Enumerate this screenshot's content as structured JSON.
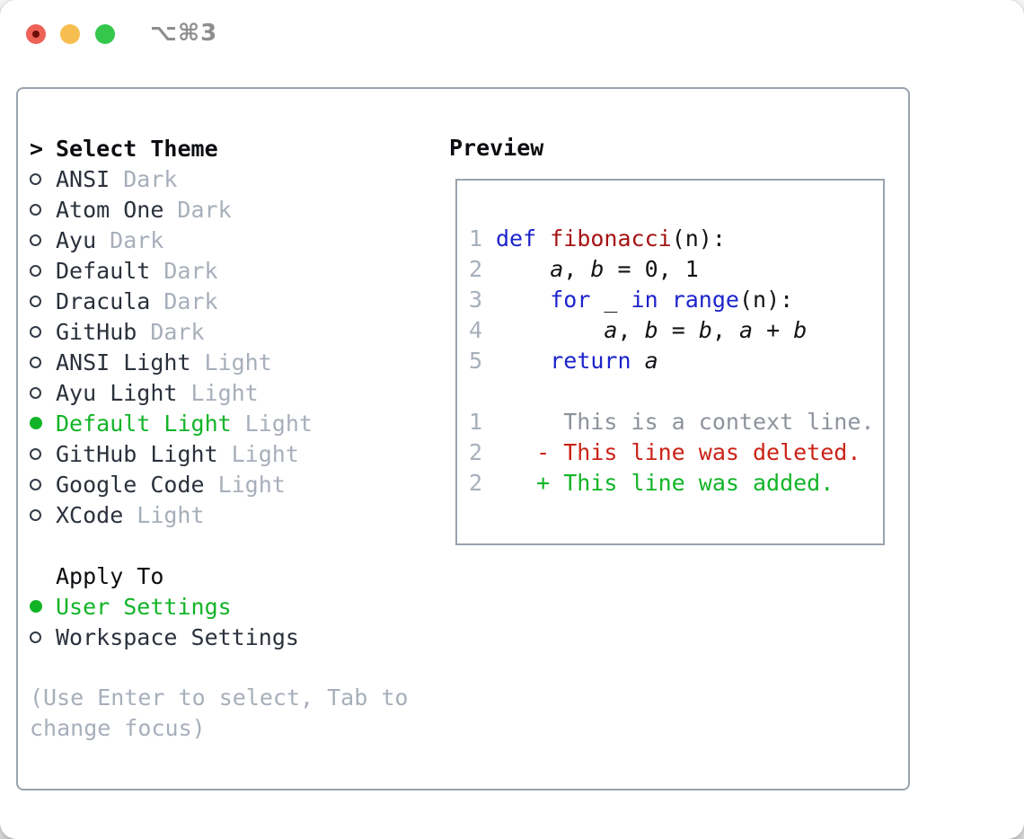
{
  "window": {
    "title": "⌥⌘3",
    "traffic_lights": [
      "close",
      "minimize",
      "zoom"
    ]
  },
  "colors": {
    "border": "#9aa3ae",
    "text": "#2b313c",
    "muted_gray": "#a7afbb",
    "selection_green": "#12b427",
    "keyword_blue": "#1d24cc",
    "function_red": "#a61313",
    "deleted_red": "#ca2317",
    "added_green": "#12b427",
    "context_gray": "#8d939c",
    "traffic_red": "#ee6157",
    "traffic_yellow": "#f6be50",
    "traffic_green": "#34c74c"
  },
  "theme_panel": {
    "prompt": ">",
    "heading": "Select Theme",
    "items": [
      {
        "name": "ANSI",
        "variant": "Dark",
        "selected": false
      },
      {
        "name": "Atom One",
        "variant": "Dark",
        "selected": false
      },
      {
        "name": "Ayu",
        "variant": "Dark",
        "selected": false
      },
      {
        "name": "Default",
        "variant": "Dark",
        "selected": false
      },
      {
        "name": "Dracula",
        "variant": "Dark",
        "selected": false
      },
      {
        "name": "GitHub",
        "variant": "Dark",
        "selected": false
      },
      {
        "name": "ANSI Light",
        "variant": "Light",
        "selected": false
      },
      {
        "name": "Ayu Light",
        "variant": "Light",
        "selected": false
      },
      {
        "name": "Default Light",
        "variant": "Light",
        "selected": true
      },
      {
        "name": "GitHub Light",
        "variant": "Light",
        "selected": false
      },
      {
        "name": "Google Code",
        "variant": "Light",
        "selected": false
      },
      {
        "name": "XCode",
        "variant": "Light",
        "selected": false
      }
    ],
    "apply_to": {
      "heading": "Apply To",
      "options": [
        {
          "label": "User Settings",
          "selected": true
        },
        {
          "label": "Workspace Settings",
          "selected": false
        }
      ]
    },
    "help_text": "(Use Enter to select, Tab to change focus)"
  },
  "preview": {
    "heading": "Preview",
    "lines": [
      {
        "num": "1",
        "tokens": [
          {
            "t": "def",
            "c": "kw"
          },
          {
            "t": " ",
            "c": "p"
          },
          {
            "t": "fibonacci",
            "c": "fn"
          },
          {
            "t": "(n):",
            "c": "p"
          }
        ]
      },
      {
        "num": "2",
        "tokens": [
          {
            "t": "    ",
            "c": "p"
          },
          {
            "t": "a",
            "c": "v"
          },
          {
            "t": ", ",
            "c": "p"
          },
          {
            "t": "b",
            "c": "v"
          },
          {
            "t": " = 0, 1",
            "c": "p"
          }
        ]
      },
      {
        "num": "3",
        "tokens": [
          {
            "t": "    ",
            "c": "p"
          },
          {
            "t": "for",
            "c": "kw"
          },
          {
            "t": " _ ",
            "c": "p"
          },
          {
            "t": "in",
            "c": "kw"
          },
          {
            "t": " ",
            "c": "p"
          },
          {
            "t": "range",
            "c": "kw"
          },
          {
            "t": "(n):",
            "c": "p"
          }
        ]
      },
      {
        "num": "4",
        "tokens": [
          {
            "t": "        ",
            "c": "p"
          },
          {
            "t": "a",
            "c": "v"
          },
          {
            "t": ", ",
            "c": "p"
          },
          {
            "t": "b",
            "c": "v"
          },
          {
            "t": " = ",
            "c": "p"
          },
          {
            "t": "b",
            "c": "v"
          },
          {
            "t": ", ",
            "c": "p"
          },
          {
            "t": "a",
            "c": "v"
          },
          {
            "t": " + ",
            "c": "p"
          },
          {
            "t": "b",
            "c": "v"
          }
        ]
      },
      {
        "num": "5",
        "tokens": [
          {
            "t": "    ",
            "c": "p"
          },
          {
            "t": "return",
            "c": "kw"
          },
          {
            "t": " ",
            "c": "p"
          },
          {
            "t": "a",
            "c": "v"
          }
        ]
      },
      {
        "num": "",
        "tokens": []
      },
      {
        "num": "1",
        "tokens": [
          {
            "t": "     This is a context line.",
            "c": "ctx"
          }
        ]
      },
      {
        "num": "2",
        "tokens": [
          {
            "t": "   - This line was deleted.",
            "c": "del"
          }
        ]
      },
      {
        "num": "2",
        "tokens": [
          {
            "t": "   + This line was added.",
            "c": "add"
          }
        ]
      }
    ]
  }
}
